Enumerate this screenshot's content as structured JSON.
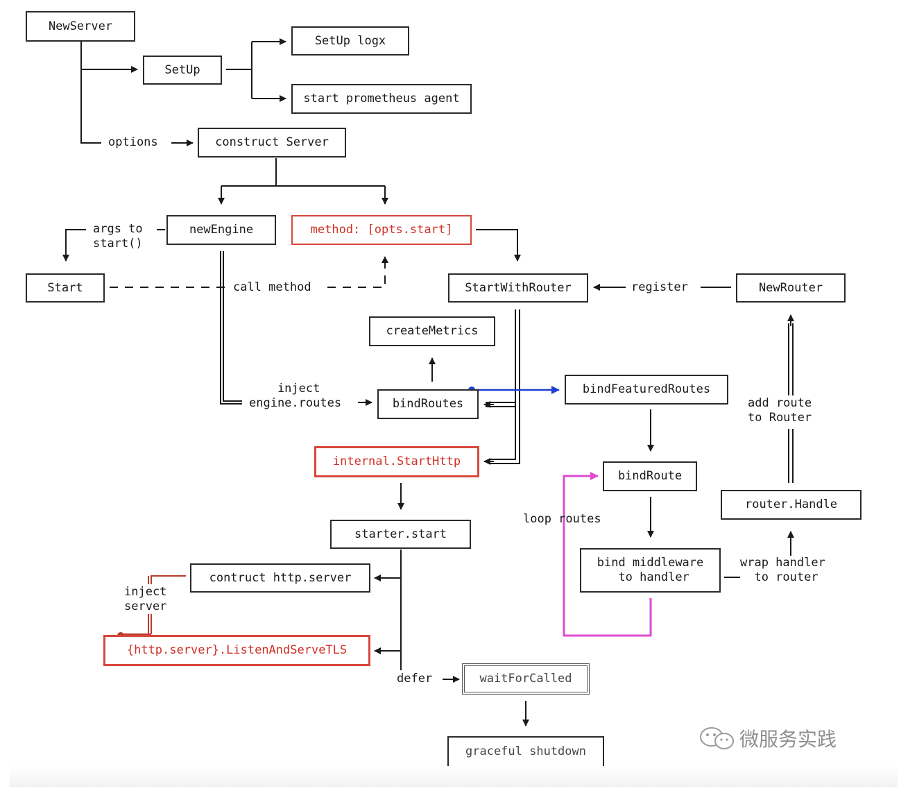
{
  "nodes": {
    "new_server": "NewServer",
    "setup": "SetUp",
    "setup_logx": "SetUp logx",
    "start_prometheus": "start prometheus agent",
    "construct_server": "construct Server",
    "new_engine": "newEngine",
    "method_opts_start": "method: [opts.start]",
    "start": "Start",
    "start_with_router": "StartWithRouter",
    "new_router": "NewRouter",
    "create_metrics": "createMetrics",
    "bind_featured_routes": "bindFeaturedRoutes",
    "bind_routes": "bindRoutes",
    "internal_start_http": "internal.StartHttp",
    "bind_route": "bindRoute",
    "router_handle": "router.Handle",
    "starter_start": "starter.start",
    "bind_middleware": "bind middleware\n to handler",
    "contruct_http_server": "contruct http.server",
    "listen_and_serve_tls": "{http.server}.ListenAndServeTLS",
    "wait_for_called": "waitForCalled",
    "graceful_shutdown": "graceful shutdown"
  },
  "edge_labels": {
    "options": "options",
    "args_to_start": "args to\nstart()",
    "call_method": "call method",
    "register": "register",
    "inject_engine_routes": "    inject\nengine.routes",
    "add_route_to_router": "add route\nto Router",
    "loop_routes": "loop routes",
    "wrap_handler_to_router": "wrap handler\n  to router",
    "inject_server": "inject\nserver",
    "defer": "defer"
  },
  "watermark": "微服务实践",
  "colors": {
    "line": "#1a1a1a",
    "red": "#d9473c",
    "blue": "#1f3fd6",
    "magenta": "#e04bd0",
    "dark_red": "#b83a2e"
  }
}
